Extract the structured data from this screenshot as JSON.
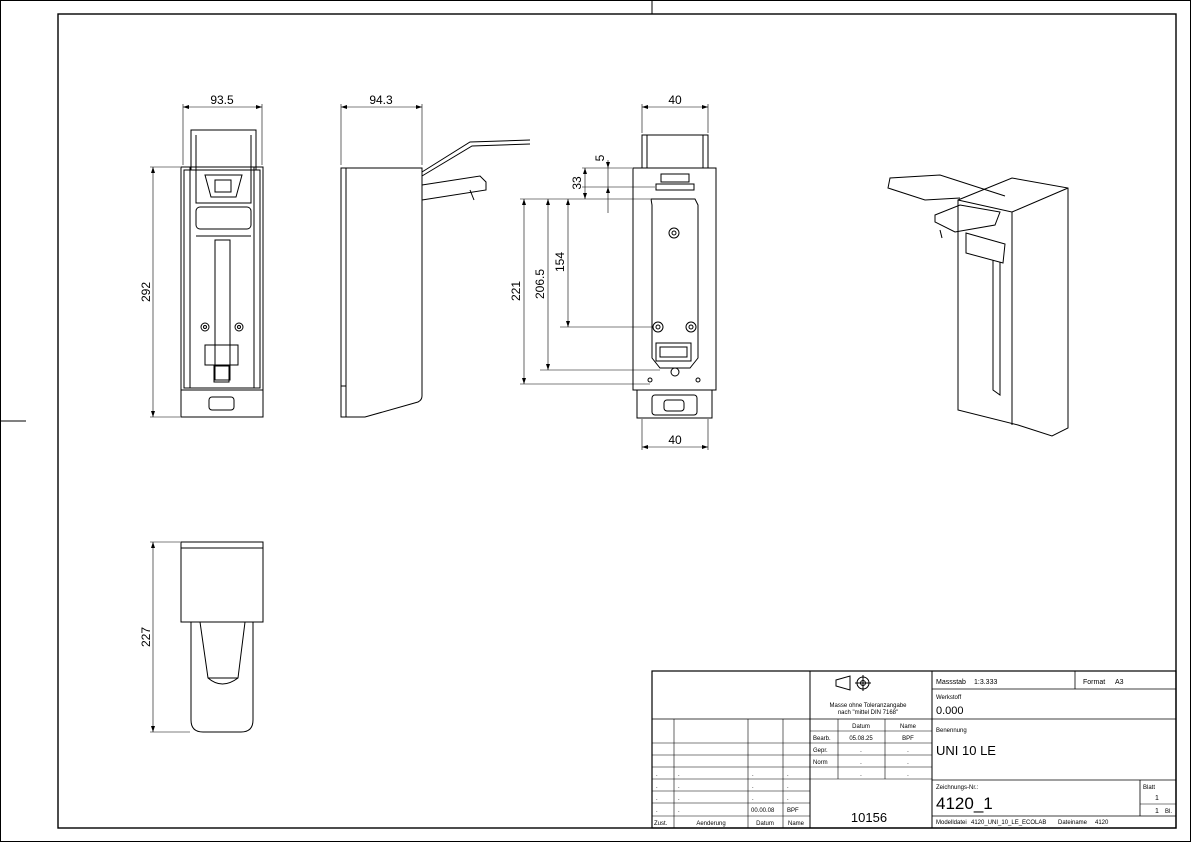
{
  "dimensions": {
    "front_width": "93.5",
    "side_depth": "94.3",
    "front_height": "292",
    "back_top_width": "40",
    "back_bottom_width": "40",
    "back_d5": "5",
    "back_d33": "33",
    "back_d154": "154",
    "back_d206": "206.5",
    "back_d221": "221",
    "bottom_height": "227"
  },
  "title_block": {
    "tolerance_note_1": "Masse ohne Toleranzangabe",
    "tolerance_note_2": "nach \"mittel DIN 7168\"",
    "col_datum": "Datum",
    "col_name": "Name",
    "row_bearb": "Bearb.",
    "row_gepr": "Gepr.",
    "row_norm": "Norm",
    "bearb_date": "05.08.25",
    "bearb_name": "BPF",
    "dot": ".",
    "rev_date": "00.00.08",
    "rev_name": "BPF",
    "zust_label": "Zust.",
    "aenderung_label": "Aenderung",
    "datum_label": "Datum",
    "name_label": "Name",
    "number_10156": "10156",
    "massstab_label": "Massstab",
    "massstab_value": "1:3.333",
    "format_label": "Format",
    "format_value": "A3",
    "werkstoff_label": "Werkstoff",
    "werkstoff_value": "0.000",
    "benennung_label": "Benennung",
    "benennung_value": "UNI 10 LE",
    "zeichnungsnr_label": "Zeichnungs-Nr.:",
    "zeichnungsnr_value": "4120_1",
    "blatt_label": "Blatt",
    "blatt_value": "1",
    "blatt_total": "1",
    "bl_label": "Bl.",
    "modelldatei_label": "Modelldatei",
    "modelldatei_value": "4120_UNI_10_LE_ECOLAB",
    "dateiname_label": "Dateiname",
    "dateiname_value": "4120"
  },
  "icons": {
    "projection_symbol": "first-angle-projection-icon"
  }
}
